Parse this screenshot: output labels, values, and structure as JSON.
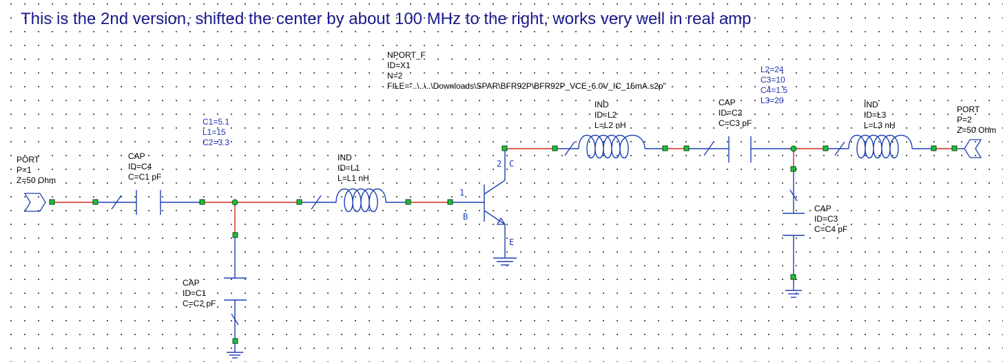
{
  "title": "This is the 2nd version, shifted the center by about 100 MHz to the right, works very well in real amp",
  "colors": {
    "title": "#1a1a8c",
    "wire": "#d4281e",
    "component": "#1a3fb0",
    "node": "#1fbf3a",
    "equation": "#1c2fb0"
  },
  "nport": {
    "lines": [
      "NPORT_F",
      "ID=X1",
      "N=2",
      "FILE=\"..\\..\\..\\Downloads\\SPAR\\BFR92P\\BFR92P_VCE_6.0V_IC_15mA.s2p\""
    ]
  },
  "equations_left": {
    "lines": [
      "C1=5.1",
      "L1=15",
      "C2=3.3"
    ]
  },
  "equations_right": {
    "lines": [
      "L2=24",
      "C3=10",
      "C4=1.5",
      "L3=20"
    ]
  },
  "port1": {
    "lines": [
      "PORT",
      "P=1",
      "Z=50 Ohm"
    ]
  },
  "port2": {
    "lines": [
      "PORT",
      "P=2",
      "Z=50 Ohm"
    ]
  },
  "cap_c4": {
    "lines": [
      "CAP",
      "ID=C4",
      "C=C1 pF"
    ]
  },
  "cap_c1": {
    "lines": [
      "CAP",
      "ID=C1",
      "C=C2 pF"
    ]
  },
  "cap_c2": {
    "lines": [
      "CAP",
      "ID=C2",
      "C=C3 pF"
    ]
  },
  "cap_c3": {
    "lines": [
      "CAP",
      "ID=C3",
      "C=C4 pF"
    ]
  },
  "ind_l1": {
    "lines": [
      "IND",
      "ID=L1",
      "L=L1 nH"
    ]
  },
  "ind_l2": {
    "lines": [
      "IND",
      "ID=L2",
      "L=L2 nH"
    ]
  },
  "ind_l3": {
    "lines": [
      "IND",
      "ID=L3",
      "L=L3 nH"
    ]
  },
  "transistor": {
    "pin1": "1",
    "pin2": "2",
    "pinC": "C",
    "pinB": "B",
    "pinE": "E"
  }
}
